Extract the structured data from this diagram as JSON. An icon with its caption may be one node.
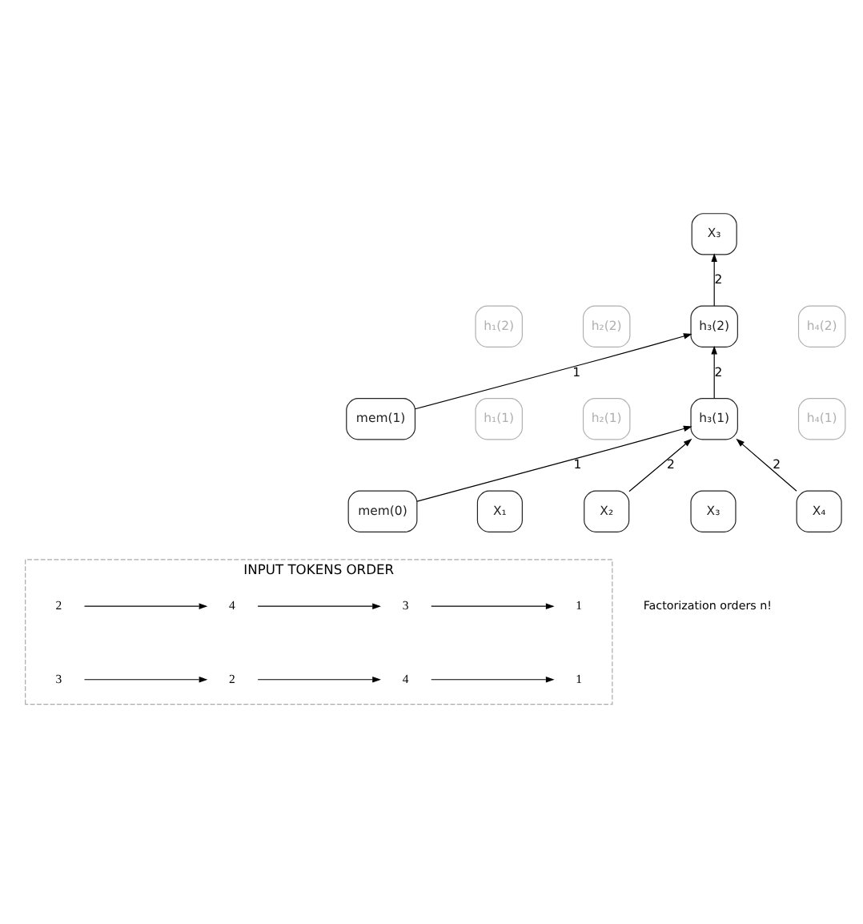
{
  "diagram": {
    "nodes": [
      {
        "text": [
          "X₃"
        ]
      },
      {
        "text": [
          "h₁(2)"
        ]
      },
      {
        "text": [
          "h₂(2)"
        ]
      },
      {
        "text": [
          "h₃(2)"
        ]
      },
      {
        "text": [
          "h₄(2)"
        ]
      },
      {
        "text": [
          "mem(1)"
        ]
      },
      {
        "text": [
          "h₁(1)"
        ]
      },
      {
        "text": [
          "h₂(1)"
        ]
      },
      {
        "text": [
          "h₃(1)"
        ]
      },
      {
        "text": [
          "h₄(1)"
        ]
      },
      {
        "text": [
          "mem(0)"
        ]
      },
      {
        "text": [
          "X₁"
        ]
      },
      {
        "text": [
          "X₂"
        ]
      },
      {
        "text": [
          "X₃"
        ]
      },
      {
        "text": [
          "X₄"
        ]
      },
      {
        "text": [
          "INPUT TOKENS ORDER"
        ],
        "beside": [
          "Factorization orders n!"
        ]
      },
      {
        "text": [
          "2"
        ],
        "in": 15
      },
      {
        "text": [
          "4"
        ],
        "in": 15
      },
      {
        "text": [
          "3"
        ],
        "in": 15
      },
      {
        "text": [
          "1"
        ],
        "in": 15
      },
      {
        "text": [
          "3"
        ],
        "in": 15
      },
      {
        "text": [
          "2"
        ],
        "in": 15
      },
      {
        "text": [
          "4"
        ],
        "in": 15
      },
      {
        "text": [
          "1"
        ],
        "in": 15
      }
    ],
    "edges": [
      {
        "from": 5,
        "to": 3,
        "arrow": "to",
        "label": "1"
      },
      {
        "from": 8,
        "to": 3,
        "arrow": "to",
        "label": "2"
      },
      {
        "from": 3,
        "to": 0,
        "arrow": "to",
        "label": "2"
      },
      {
        "from": 10,
        "to": 8,
        "arrow": "to",
        "label": "1"
      },
      {
        "from": 12,
        "to": 8,
        "arrow": "to",
        "label": "2"
      },
      {
        "from": 14,
        "to": 8,
        "arrow": "to",
        "label": "2"
      },
      {
        "from": 16,
        "to": 17,
        "arrow": "to"
      },
      {
        "from": 17,
        "to": 18,
        "arrow": "to"
      },
      {
        "from": 18,
        "to": 19,
        "arrow": "to"
      },
      {
        "from": 20,
        "to": 21,
        "arrow": "to"
      },
      {
        "from": 21,
        "to": 22,
        "arrow": "to"
      },
      {
        "from": 22,
        "to": 23,
        "arrow": "to"
      }
    ]
  }
}
